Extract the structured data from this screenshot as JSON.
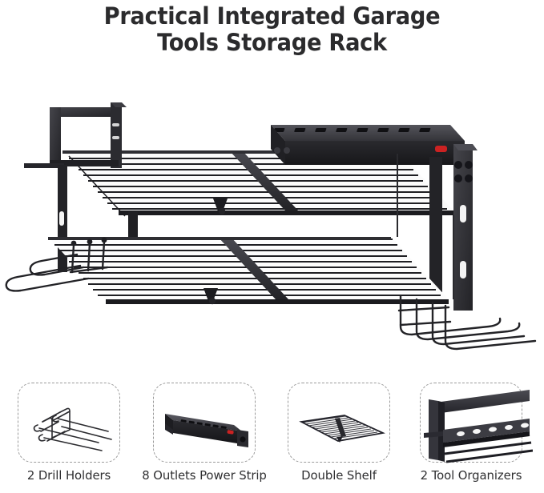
{
  "title": {
    "line1": "Practical Integrated Garage",
    "line2": "Tools Storage Rack"
  },
  "colors": {
    "background": "#ffffff",
    "title_text": "#2b2b2d",
    "caption_text": "#2f2f31",
    "metal_dark": "#1c1c1e",
    "metal_mid": "#3a3a3d",
    "metal_light": "#585860",
    "wire": "#222226",
    "dashed_border": "#9b9b9b",
    "switch_red": "#cc2222"
  },
  "product": {
    "name": "Integrated Garage Tools Storage Rack",
    "type": "two-tier wall-mounted wire shelf rack",
    "components": [
      "top wire mesh shelf",
      "bottom wire mesh shelf",
      "8-outlet power strip bar",
      "left tool organizer bracket",
      "right wall mounting bracket",
      "drill holder wire hooks (left)",
      "tool organizer wire hooks (right)"
    ]
  },
  "features": [
    {
      "id": "drill-holders",
      "caption": "2 Drill Holders",
      "icon": "drill-holder-wireframe-icon"
    },
    {
      "id": "power-strip",
      "caption": "8 Outlets Power Strip",
      "icon": "power-strip-bar-icon"
    },
    {
      "id": "double-shelf",
      "caption": "Double Shelf",
      "icon": "wire-mesh-shelf-icon"
    },
    {
      "id": "tool-organizers",
      "caption": "2 Tool Organizers",
      "icon": "tool-organizer-bracket-icon"
    }
  ]
}
